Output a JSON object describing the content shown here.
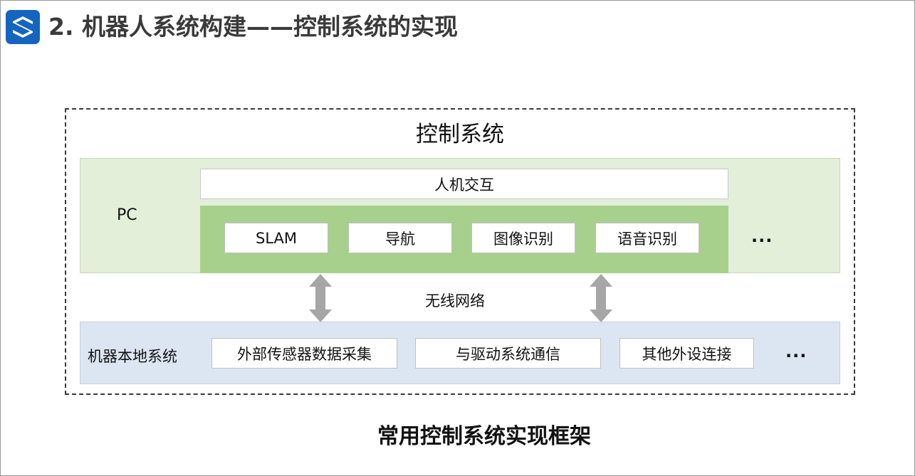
{
  "header": {
    "logo_icon": "s-logo-icon",
    "title": "2. 机器人系统构建——控制系统的实现",
    "brand_color": "#1565c0"
  },
  "diagram": {
    "system_title": "控制系统",
    "pc": {
      "label": "PC",
      "hci": "人机交互",
      "modules": [
        "SLAM",
        "导航",
        "图像识别",
        "语音识别"
      ],
      "more": "...",
      "panel_color": "#e3efd9",
      "module_panel_color": "#a8d08d"
    },
    "network": {
      "label": "无线网络",
      "arrow_color": "#a6a6a6"
    },
    "machine": {
      "label": "机器本地系统",
      "modules": [
        "外部传感器数据采集",
        "与驱动系统通信",
        "其他外设连接"
      ],
      "more": "...",
      "panel_color": "#dce6f2"
    }
  },
  "caption": "常用控制系统实现框架"
}
